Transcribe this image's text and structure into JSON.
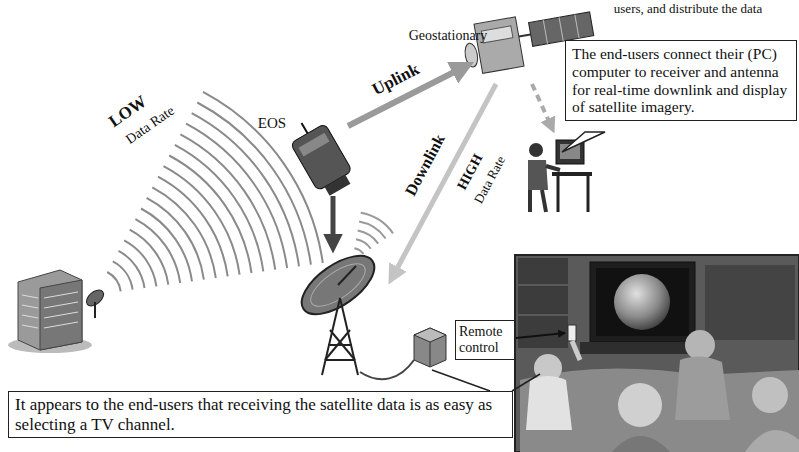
{
  "diagram": {
    "nodes": [
      {
        "text": [
          "The end-users connect their (PC) computer to receiver and antenna for real-time downlink and display of satellite imagery."
        ]
      },
      {
        "text": [
          "Remote control"
        ]
      },
      {
        "text": [
          "It appears to the end-users that receiving the satellite data is as easy as selecting a TV channel."
        ]
      }
    ],
    "labels": [
      "users, and distribute the data",
      "Geostationary",
      "EOS",
      "Uplink",
      "LOW",
      "Data Rate",
      "Downlink",
      "HIGH",
      "Data Rate"
    ]
  }
}
